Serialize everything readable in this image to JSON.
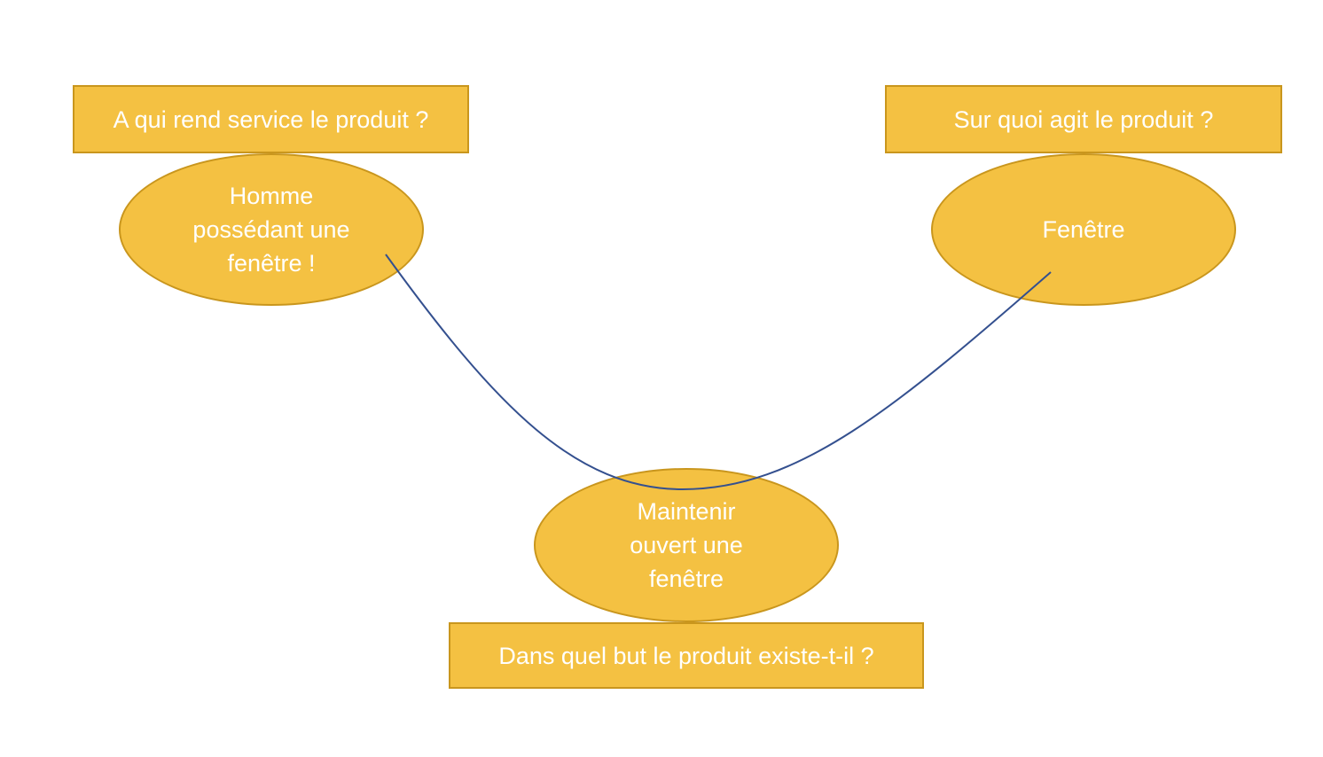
{
  "colors": {
    "fill": "#F4C142",
    "border": "#C9961D",
    "text": "#FFFFFF",
    "connector": "#34508F"
  },
  "labels": {
    "left_question": "A qui rend service le produit ?",
    "right_question": "Sur quoi agit le produit ?",
    "bottom_question": "Dans quel but le produit existe-t-il ?"
  },
  "nodes": {
    "left": "Homme possédant une fenêtre !",
    "right": "Fenêtre",
    "bottom": "Maintenir ouvert une fenêtre"
  }
}
